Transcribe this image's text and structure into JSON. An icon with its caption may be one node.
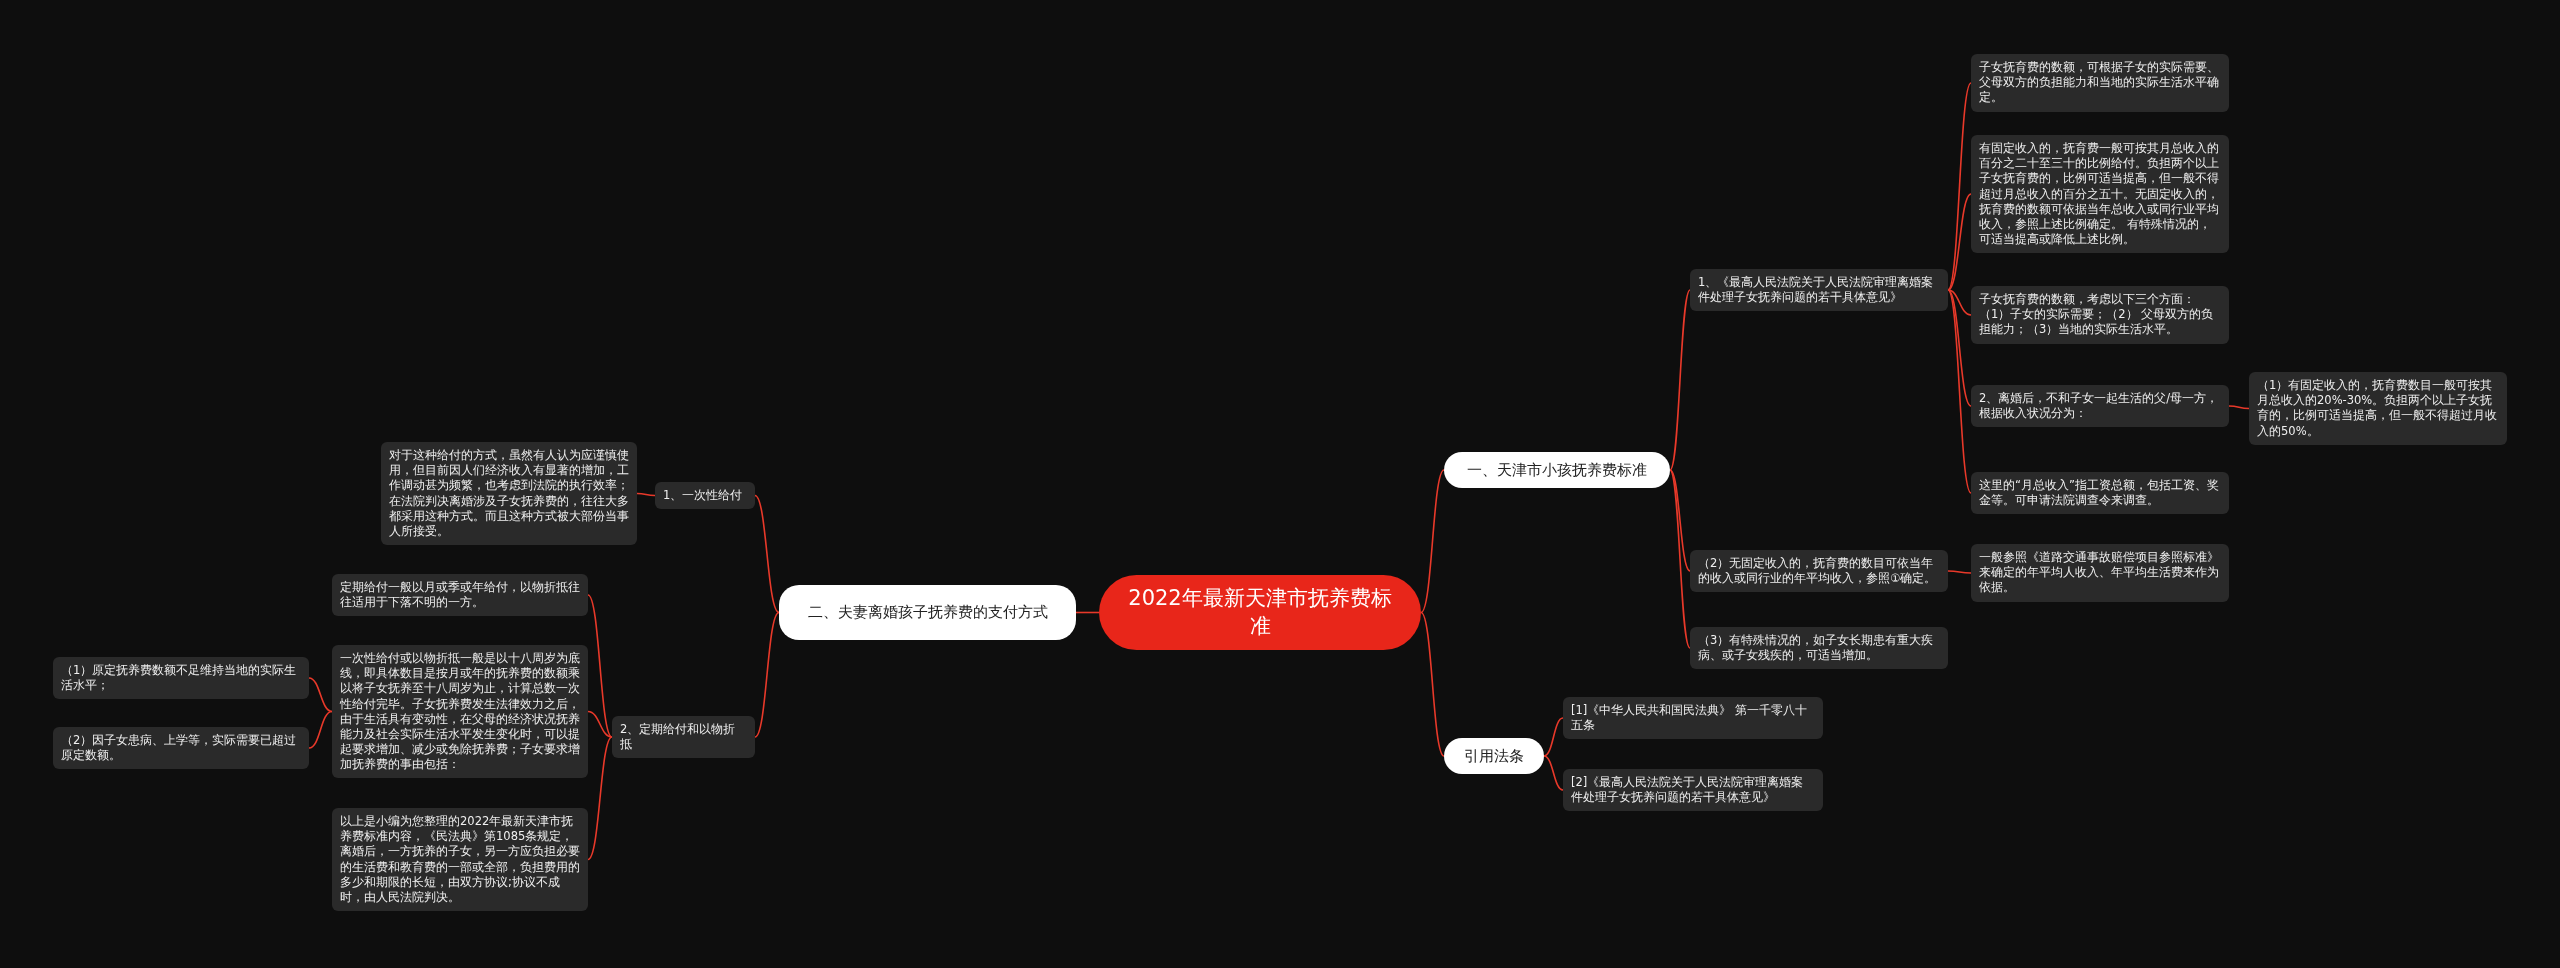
{
  "diagram": {
    "nodes": [
      {
        "text": [
          "2022年最新天津市抚养费标准"
        ]
      },
      {
        "text": [
          "一、天津市小孩抚养费标准"
        ]
      },
      {
        "text": [
          "1、《最高人民法院关于人民法院审理离婚案件处理子女抚养问题的若干具体意见》"
        ]
      },
      {
        "text": [
          "子女抚育费的数额，可根据子女的实际需要、父母双方的负担能力和当地的实际生活水平确定。"
        ]
      },
      {
        "text": [
          "有固定收入的，抚育费一般可按其月总收入的百分之二十至三十的比例给付。负担两个以上子女抚育费的，比例可适当提高，但一般不得超过月总收入的百分之五十。无固定收入的，抚育费的数额可依据当年总收入或同行业平均收入，参照上述比例确定。 有特殊情况的，可适当提高或降低上述比例。"
        ]
      },
      {
        "text": [
          "子女抚育费的数额，考虑以下三个方面：（1）子女的实际需要；（2） 父母双方的负担能力；（3）当地的实际生活水平。"
        ]
      },
      {
        "text": [
          "2、离婚后，不和子女一起生活的父/母一方，根据收入状况分为："
        ]
      },
      {
        "text": [
          "（1）有固定收入的，抚育费数目一般可按其月总收入的20%-30%。负担两个以上子女抚育的，比例可适当提高，但一般不得超过月收入的50%。"
        ]
      },
      {
        "text": [
          "这里的“月总收入”指工资总额，包括工资、奖金等。可申请法院调查令来调查。"
        ]
      },
      {
        "text": [
          "（2）无固定收入的，抚育费的数目可依当年的收入或同行业的年平均收入，参照①确定。"
        ]
      },
      {
        "text": [
          "一般参照《道路交通事故赔偿项目参照标准》来确定的年平均人收入、年平均生活费来作为依据。"
        ]
      },
      {
        "text": [
          "（3）有特殊情况的，如子女长期患有重大疾病、或子女残疾的，可适当增加。"
        ]
      },
      {
        "text": [
          "引用法条"
        ]
      },
      {
        "text": [
          "[1]《中华人民共和国民法典》 第一千零八十五条"
        ]
      },
      {
        "text": [
          "[2]《最高人民法院关于人民法院审理离婚案件处理子女抚养问题的若干具体意见》"
        ]
      },
      {
        "text": [
          "二、夫妻离婚孩子抚养费的支付方式"
        ]
      },
      {
        "text": [
          "1、一次性给付"
        ]
      },
      {
        "text": [
          "对于这种给付的方式，虽然有人认为应谨慎使用，但目前因人们经济收入有显著的增加，工作调动甚为频繁，也考虑到法院的执行效率；在法院判决离婚涉及子女抚养费的，往往大多都采用这种方式。而且这种方式被大部份当事人所接受。"
        ]
      },
      {
        "text": [
          "2、定期给付和以物折抵"
        ]
      },
      {
        "text": [
          "定期给付一般以月或季或年给付，以物折抵往往适用于下落不明的一方。"
        ]
      },
      {
        "text": [
          "一次性给付或以物折抵一般是以十八周岁为底线，即具体数目是按月或年的抚养费的数额乘以将子女抚养至十八周岁为止，计算总数一次性给付完毕。子女抚养费发生法律效力之后，由于生活具有变动性，在父母的经济状况抚养能力及社会实际生活水平发生变化时，可以提起要求增加、减少或免除抚养费；子女要求增加抚养费的事由包括："
        ]
      },
      {
        "text": [
          "（1）原定抚养费数额不足维持当地的实际生活水平；"
        ]
      },
      {
        "text": [
          "（2）因子女患病、上学等，实际需要已超过原定数额。"
        ]
      },
      {
        "text": [
          "以上是小编为您整理的2022年最新天津市抚养费标准内容，《民法典》第1085条规定，离婚后，一方抚养的子女，另一方应负担必要的生活费和教育费的一部或全部，负担费用的多少和期限的长短，由双方协议;协议不成时，由人民法院判决。"
        ]
      }
    ],
    "edges": [
      {
        "from": 0,
        "to": 1,
        "arrow": "none"
      },
      {
        "from": 1,
        "to": 2,
        "arrow": "none"
      },
      {
        "from": 2,
        "to": 3,
        "arrow": "none"
      },
      {
        "from": 2,
        "to": 4,
        "arrow": "none"
      },
      {
        "from": 2,
        "to": 5,
        "arrow": "none"
      },
      {
        "from": 2,
        "to": 6,
        "arrow": "none"
      },
      {
        "from": 6,
        "to": 7,
        "arrow": "none"
      },
      {
        "from": 2,
        "to": 8,
        "arrow": "none"
      },
      {
        "from": 1,
        "to": 9,
        "arrow": "none"
      },
      {
        "from": 9,
        "to": 10,
        "arrow": "none"
      },
      {
        "from": 1,
        "to": 11,
        "arrow": "none"
      },
      {
        "from": 0,
        "to": 12,
        "arrow": "none"
      },
      {
        "from": 12,
        "to": 13,
        "arrow": "none"
      },
      {
        "from": 12,
        "to": 14,
        "arrow": "none"
      },
      {
        "from": 0,
        "to": 15,
        "arrow": "none"
      },
      {
        "from": 15,
        "to": 16,
        "arrow": "none"
      },
      {
        "from": 16,
        "to": 17,
        "arrow": "none"
      },
      {
        "from": 15,
        "to": 18,
        "arrow": "none"
      },
      {
        "from": 18,
        "to": 19,
        "arrow": "none"
      },
      {
        "from": 18,
        "to": 20,
        "arrow": "none"
      },
      {
        "from": 20,
        "to": 21,
        "arrow": "none"
      },
      {
        "from": 20,
        "to": 22,
        "arrow": "none"
      },
      {
        "from": 18,
        "to": 23,
        "arrow": "none"
      }
    ]
  }
}
